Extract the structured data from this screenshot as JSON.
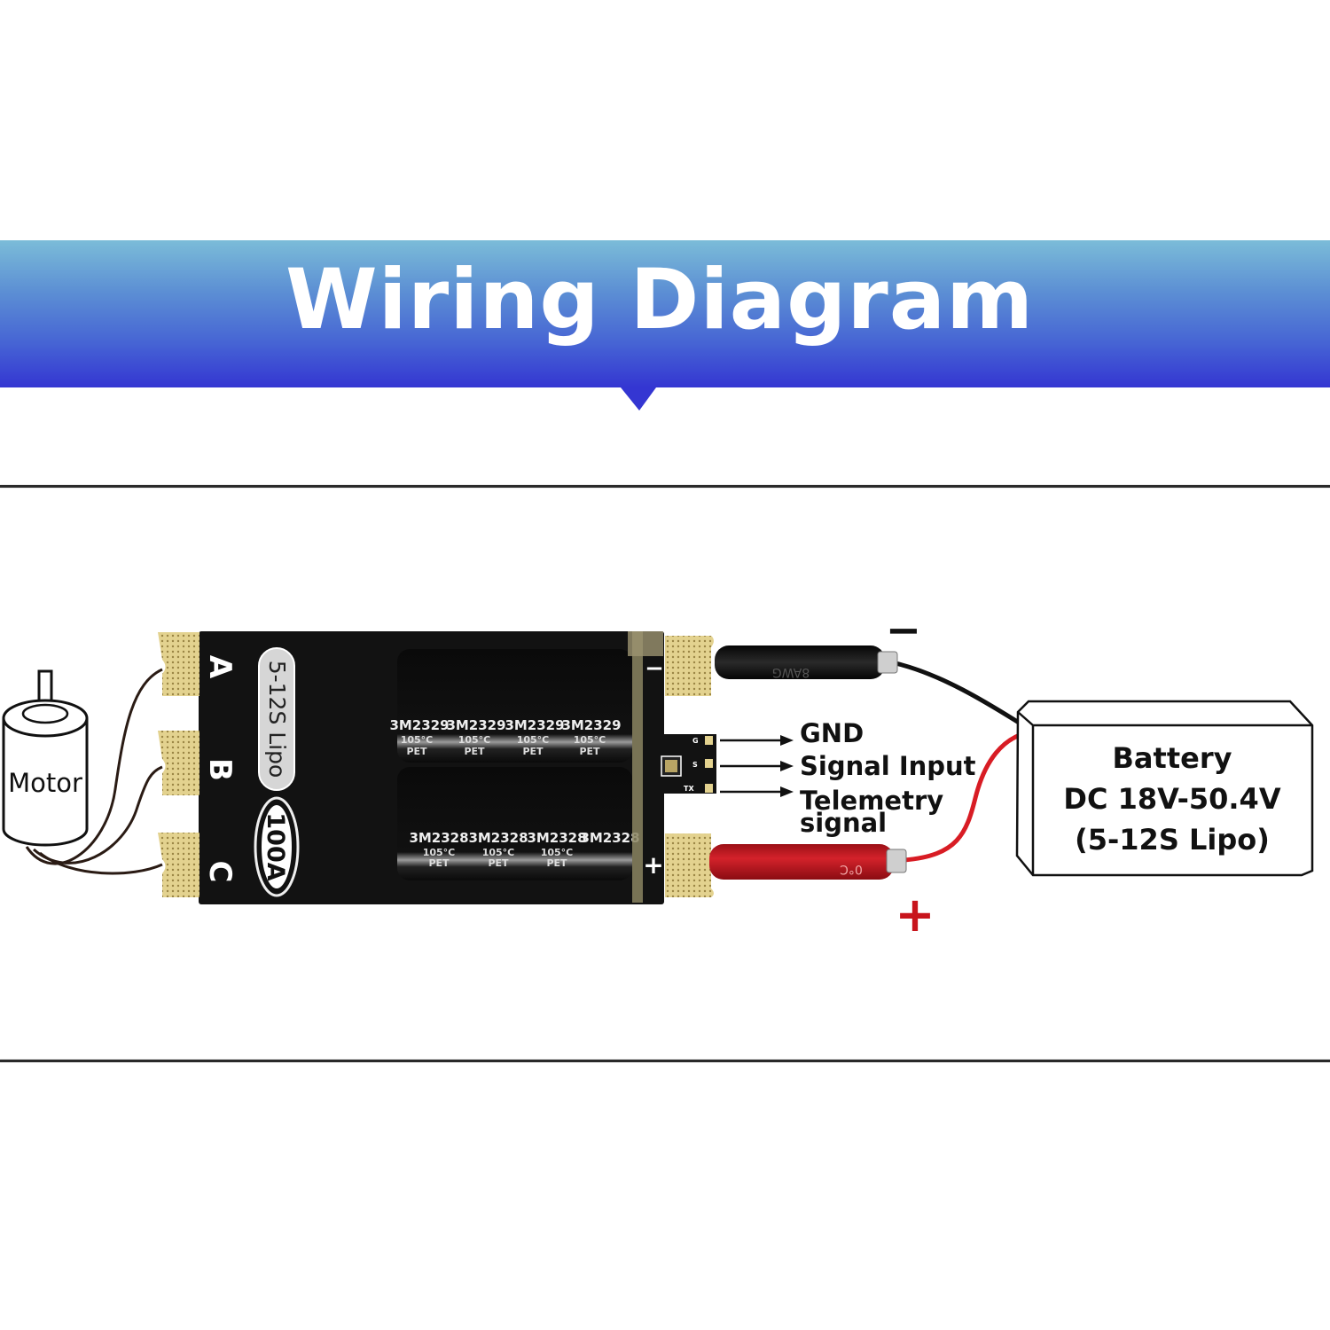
{
  "header": {
    "title": "Wiring Diagram",
    "banner_colors": [
      "#7bbcd8",
      "#3436d2"
    ]
  },
  "motor": {
    "label": "Motor"
  },
  "esc": {
    "phase_labels": [
      "A",
      "B",
      "C"
    ],
    "voltage_badge": "5-12S Lipo",
    "current_badge": "100A",
    "capacitors_top": [
      "3M2329",
      "3M2329",
      "3M2329",
      "3M2329"
    ],
    "capacitors_bottom": [
      "3M2328",
      "3M2328",
      "3M2328",
      "3M2328"
    ],
    "capacitor_temp": "105°C",
    "capacitor_material": "PET",
    "pin_labels": [
      "G",
      "S",
      "TX"
    ],
    "pad_minus": "−",
    "pad_plus": "+"
  },
  "signals": [
    {
      "label": "GND"
    },
    {
      "label": "Signal Input"
    },
    {
      "label": "Telemetry",
      "label2": "signal"
    }
  ],
  "wires": {
    "negative_symbol": "−",
    "positive_symbol": "+",
    "negative_sleeve_text": "8AWG",
    "positive_sleeve_text": "0°C",
    "negative_color": "#111111",
    "positive_color": "#d81c24"
  },
  "battery": {
    "line1": "Battery",
    "line2": "DC 18V-50.4V",
    "line3": "(5-12S Lipo)"
  }
}
